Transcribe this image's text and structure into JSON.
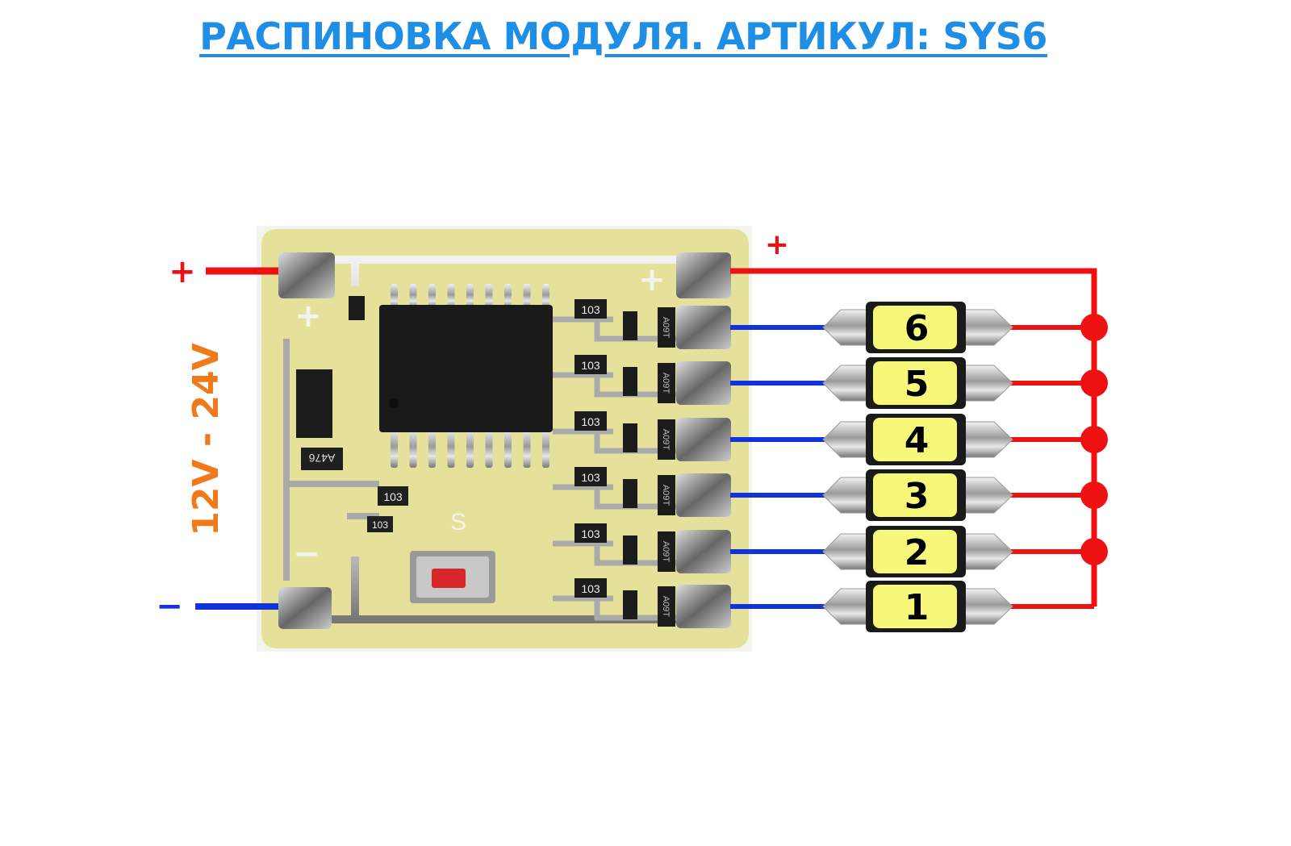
{
  "title": "РАСПИНОВКА МОДУЛЯ. АРТИКУЛ: SYS6",
  "power": {
    "plus_in": "+",
    "minus_in": "−",
    "plus_out": "+",
    "voltage": "12V - 24V"
  },
  "board": {
    "silk_plus": "+",
    "silk_minus": "−",
    "button_label": "S",
    "resistor_code": "103",
    "capacitor_code": "A476",
    "transistor_code": "A09T"
  },
  "leds": [
    {
      "number": "6",
      "dot": true
    },
    {
      "number": "5",
      "dot": true
    },
    {
      "number": "4",
      "dot": true
    },
    {
      "number": "3",
      "dot": true
    },
    {
      "number": "2",
      "dot": true
    },
    {
      "number": "1",
      "dot": false
    }
  ],
  "colors": {
    "title": "#1e8ee6",
    "positive": "#ee1111",
    "negative": "#1133dd",
    "voltage": "#f07a1a",
    "pcb": "#e6e19a",
    "led": "#f7f77a"
  }
}
